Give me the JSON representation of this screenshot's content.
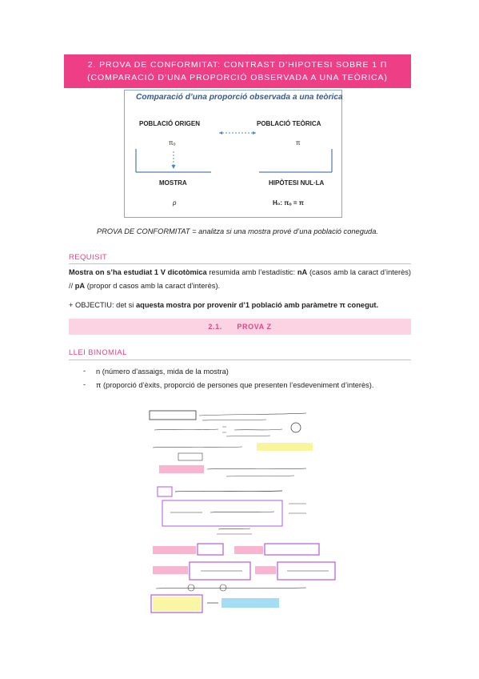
{
  "title": {
    "line1": "2.   PROVA DE CONFORMITAT: CONTRAST D’HIPOTESI SOBRE 1 Π",
    "line2": "(COMPARACIÓ D’UNA PROPORCIÓ OBSERVADA A UNA TEÒRICA)"
  },
  "diagram": {
    "title": "Comparació d’una proporció observada a una teòrica",
    "origin_label": "POBLACIÓ ORIGEN",
    "origin_symbol": "πₒ",
    "theory_label": "POBLACIÓ TEÒRICA",
    "theory_symbol": "π",
    "sample_label": "MOSTRA",
    "sample_symbol": "p",
    "hypothesis_label": "HIPÒTESI NUL·LA",
    "hypothesis_formula": "H₀: πₒ = π"
  },
  "definition": "PROVA DE CONFORMITAT = analitza si una mostra prové d’una població coneguda.",
  "requisit": {
    "heading": "REQUISIT",
    "p1_bold1": "Mostra on s’ha estudiat 1 V dicotòmica",
    "p1_text1": " resumida amb l’estadístic: ",
    "p1_bold2": "nA",
    "p1_text2": " (casos amb la caract d’interès) // ",
    "p1_bold3": "pA",
    "p1_text3": " (propor d casos amb la caract d’interès).",
    "p2_text1": "+ OBJECTIU: det si ",
    "p2_bold1": "aquesta mostra por provenir d’1 població amb paràmetre π conegut."
  },
  "subsection": "2.1.      PROVA Z",
  "binomial": {
    "heading": "LLEI BINOMIAL",
    "bullets": [
      {
        "marker": "-",
        "text": "n (número d’assaigs, mida de la mostra)"
      },
      {
        "marker": "-",
        "text": "π (proporció d’èxits, proporció de persones que presenten l’esdeveniment d’interès)."
      }
    ]
  },
  "colors": {
    "accent": "#ee3e86",
    "accent_text": "#e0458a",
    "banner_light": "#fbd3e3",
    "diagram_blue": "#2e5b9a",
    "hw_pink": "#f7a1c4",
    "hw_yellow": "#f5ee5a",
    "hw_purple": "#b259d8",
    "hw_blue": "#7fd0f0"
  }
}
